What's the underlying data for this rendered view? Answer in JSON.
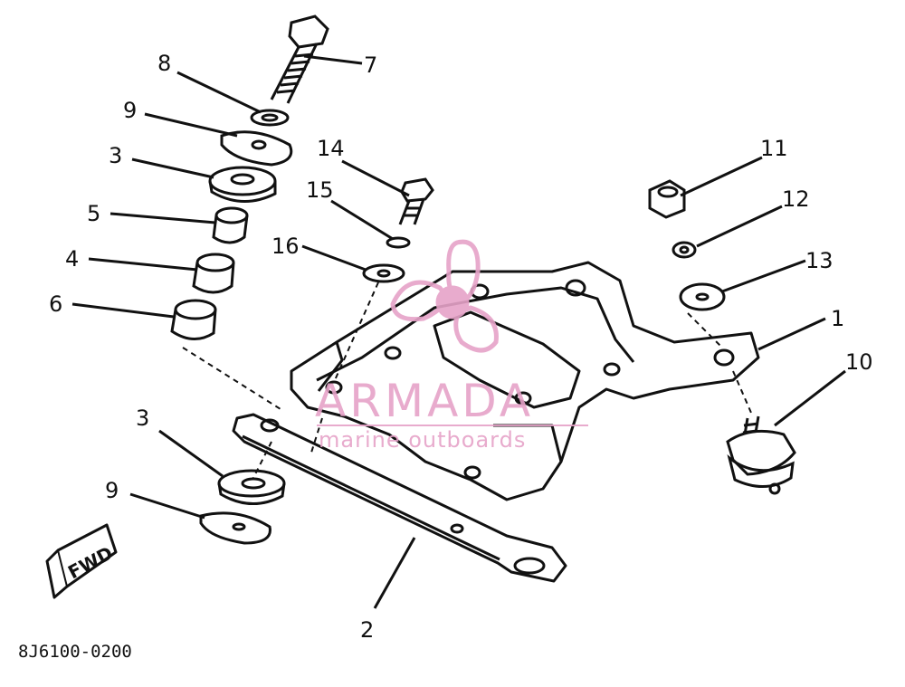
{
  "diagram": {
    "code": "8J6100-0200",
    "fwd_label": "FWD",
    "callouts": [
      "1",
      "2",
      "3",
      "3",
      "4",
      "5",
      "6",
      "7",
      "8",
      "9",
      "9",
      "10",
      "11",
      "12",
      "13",
      "14",
      "15",
      "16"
    ]
  },
  "watermark": {
    "brand": "ARMADA",
    "tagline": "marine outboards",
    "color": "#e6a3c8"
  },
  "colors": {
    "ink": "#111111",
    "background": "#ffffff"
  }
}
